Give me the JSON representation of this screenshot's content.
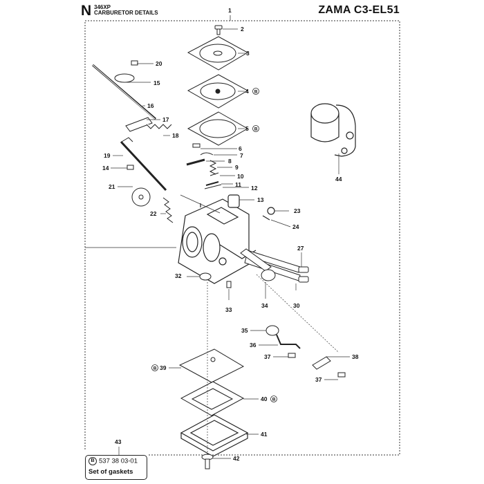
{
  "header": {
    "section_letter": "N",
    "model": "346XP",
    "subtitle": "CARBURETOR DETAILS",
    "title": "ZAMA C3-EL51"
  },
  "callouts": [
    {
      "id": "c1",
      "text": "1"
    },
    {
      "id": "c2",
      "text": "2"
    },
    {
      "id": "c3",
      "text": "3"
    },
    {
      "id": "c4",
      "text": "4",
      "badge": "B"
    },
    {
      "id": "c5",
      "text": "5",
      "badge": "B"
    },
    {
      "id": "c6",
      "text": "6"
    },
    {
      "id": "c7",
      "text": "7"
    },
    {
      "id": "c8",
      "text": "8"
    },
    {
      "id": "c9",
      "text": "9"
    },
    {
      "id": "c10",
      "text": "10"
    },
    {
      "id": "c11",
      "text": "11"
    },
    {
      "id": "c12",
      "text": "12"
    },
    {
      "id": "c13",
      "text": "13"
    },
    {
      "id": "c14",
      "text": "14"
    },
    {
      "id": "c15",
      "text": "15"
    },
    {
      "id": "c16",
      "text": "16"
    },
    {
      "id": "c17",
      "text": "17"
    },
    {
      "id": "c18",
      "text": "18"
    },
    {
      "id": "c19",
      "text": "19"
    },
    {
      "id": "c20",
      "text": "20"
    },
    {
      "id": "c21",
      "text": "21"
    },
    {
      "id": "c22",
      "text": "22"
    },
    {
      "id": "c23",
      "text": "23"
    },
    {
      "id": "c24",
      "text": "24"
    },
    {
      "id": "c27",
      "text": "27"
    },
    {
      "id": "c30",
      "text": "30"
    },
    {
      "id": "c32",
      "text": "32"
    },
    {
      "id": "c33",
      "text": "33"
    },
    {
      "id": "c34",
      "text": "34"
    },
    {
      "id": "c35",
      "text": "35"
    },
    {
      "id": "c36",
      "text": "36"
    },
    {
      "id": "c37a",
      "text": "37"
    },
    {
      "id": "c37b",
      "text": "37"
    },
    {
      "id": "c38",
      "text": "38"
    },
    {
      "id": "c39",
      "text": "39",
      "badge": "B"
    },
    {
      "id": "c40",
      "text": "40",
      "badge": "B"
    },
    {
      "id": "c41",
      "text": "41"
    },
    {
      "id": "c42",
      "text": "42"
    },
    {
      "id": "c43",
      "text": "43"
    },
    {
      "id": "c44",
      "text": "44"
    }
  ],
  "kit": {
    "badge": "B",
    "part_number": "537 38 03-01",
    "description": "Set of gaskets"
  }
}
